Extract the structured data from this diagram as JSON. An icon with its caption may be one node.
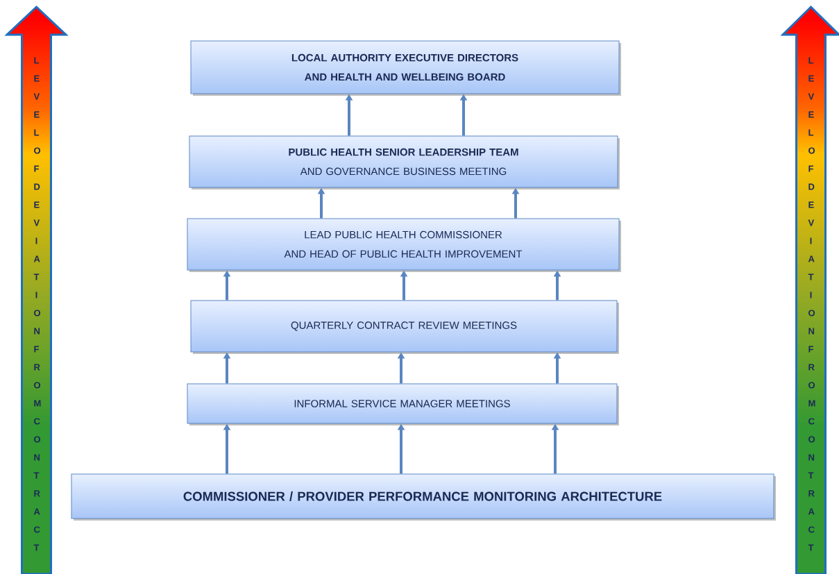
{
  "diagram": {
    "nodes": [
      {
        "text": [
          "LOCAL AUTHORITY EXECUTIVE DIRECTORS AND HEALTH AND WELLBEING BOARD"
        ]
      },
      {
        "text": [
          "PUBLIC HEALTH SENIOR LEADERSHIP TEAM",
          "AND GOVERNANCE BUSINESS MEETING"
        ]
      },
      {
        "text": [
          "LEAD PUBLIC HEALTH COMMISSIONER",
          "AND HEAD OF PUBLIC HEALTH IMPROVEMENT"
        ]
      },
      {
        "text": [
          "QUARTERLY CONTRACT REVIEW MEETINGS"
        ]
      },
      {
        "text": [
          "INFORMAL SERVICE MANAGER MEETINGS"
        ]
      },
      {
        "text": [
          "COMMISSIONER / PROVIDER PERFORMANCE MONITORING ARCHITECTURE"
        ]
      },
      {
        "text": [
          "LEVEL OF DEVIATION FROM CONTRACT"
        ]
      },
      {
        "text": [
          "LEVEL OF DEVIATION FROM CONTRACT"
        ]
      }
    ],
    "edges": [
      {
        "from": 5,
        "to": 4,
        "arrow": "to"
      },
      {
        "from": 5,
        "to": 4,
        "arrow": "to"
      },
      {
        "from": 5,
        "to": 4,
        "arrow": "to"
      },
      {
        "from": 4,
        "to": 3,
        "arrow": "to"
      },
      {
        "from": 4,
        "to": 3,
        "arrow": "to"
      },
      {
        "from": 4,
        "to": 3,
        "arrow": "to"
      },
      {
        "from": 3,
        "to": 2,
        "arrow": "to"
      },
      {
        "from": 3,
        "to": 2,
        "arrow": "to"
      },
      {
        "from": 3,
        "to": 2,
        "arrow": "to"
      },
      {
        "from": 2,
        "to": 1,
        "arrow": "to"
      },
      {
        "from": 2,
        "to": 1,
        "arrow": "to"
      },
      {
        "from": 1,
        "to": 0,
        "arrow": "to"
      },
      {
        "from": 1,
        "to": 0,
        "arrow": "to"
      }
    ]
  }
}
